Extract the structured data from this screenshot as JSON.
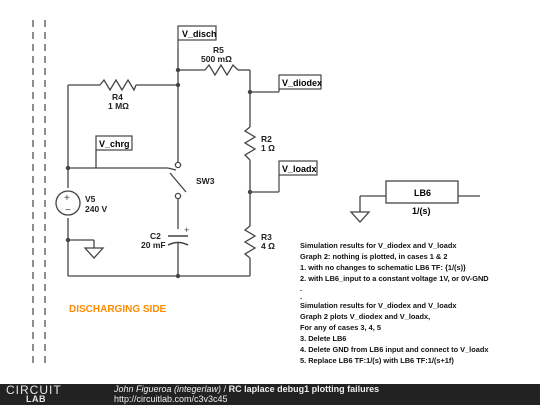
{
  "schematic": {
    "labels": {
      "v_disch": "V_disch",
      "v_diodex": "V_diodex",
      "v_chrg": "V_chrg",
      "v_loadx": "V_loadx"
    },
    "components": {
      "r4_name": "R4",
      "r4_value": "1 MΩ",
      "r5_name": "R5",
      "r5_value": "500 mΩ",
      "r2_name": "R2",
      "r2_value": "1 Ω",
      "r3_name": "R3",
      "r3_value": "4 Ω",
      "c2_name": "C2",
      "c2_value": "20 mF",
      "v5_name": "V5",
      "v5_value": "240 V",
      "sw3_name": "SW3",
      "lb6_name": "LB6",
      "lb6_tf": "1/(s)"
    },
    "discharging_label": "DISCHARGING SIDE",
    "notes": [
      "Simulation results for V_diodex and V_loadx",
      "Graph 2: nothing is plotted, in cases 1 & 2",
      "1. with no changes to schematic LB6 TF: {1/(s)}",
      "2. with LB6_input to a constant voltage 1V, or 0V-GND",
      ".",
      ".",
      "Simulation results for V_diodex and V_loadx",
      "Graph 2 plots V_diodex and V_loadx,",
      "For any of cases 3, 4, 5",
      "3. Delete LB6",
      "4. Delete GND from LB6 input and connect to V_loadx",
      "5. Replace LB6 TF:1/(s) with LB6 TF:1/(s+1f)"
    ],
    "colors": {
      "wire": "#444444",
      "label_text": "#000000",
      "discharging": "#ff8c00"
    }
  },
  "footer": {
    "logo_top": "CIRCUIT",
    "logo_bottom": "LAB",
    "author": "John Figueroa (integerlaw)",
    "separator": " / ",
    "title": "RC laplace debug1 plotting failures",
    "url": "http://circuitlab.com/c3v3c45"
  }
}
